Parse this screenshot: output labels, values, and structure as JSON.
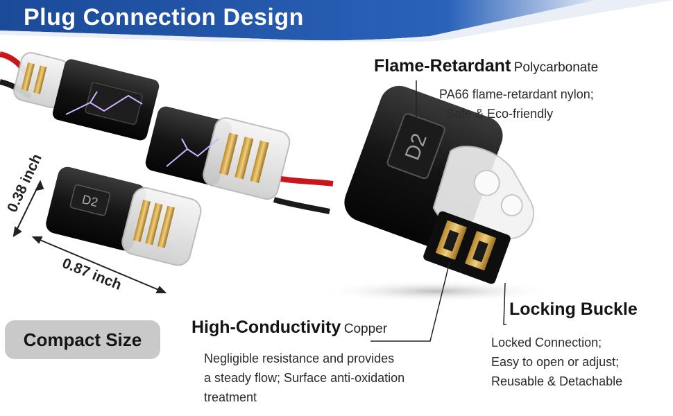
{
  "banner": {
    "title": "Plug Connection Design",
    "color": "#1f4f9e"
  },
  "dimensions": {
    "height_label": "0.38 inch",
    "length_label": "0.87 inch"
  },
  "badge": {
    "label": "Compact Size"
  },
  "connector_label": "D2",
  "features": {
    "flame": {
      "title_strong": "Flame-Retardant",
      "title_light": "Polycarbonate",
      "lines": [
        "PA66 flame-retardant nylon;",
        "Safe & Eco-friendly"
      ]
    },
    "conductivity": {
      "title_strong": "High-Conductivity",
      "title_light": "Copper",
      "lines": [
        "Negligible resistance and provides",
        "a steady flow; Surface anti-oxidation",
        "treatment"
      ]
    },
    "locking": {
      "title_strong": "Locking Buckle",
      "lines": [
        "Locked Connection;",
        "Easy to open or adjust;",
        "Reusable & Detachable"
      ]
    }
  },
  "icons": [
    "lightning-spark-icon"
  ]
}
